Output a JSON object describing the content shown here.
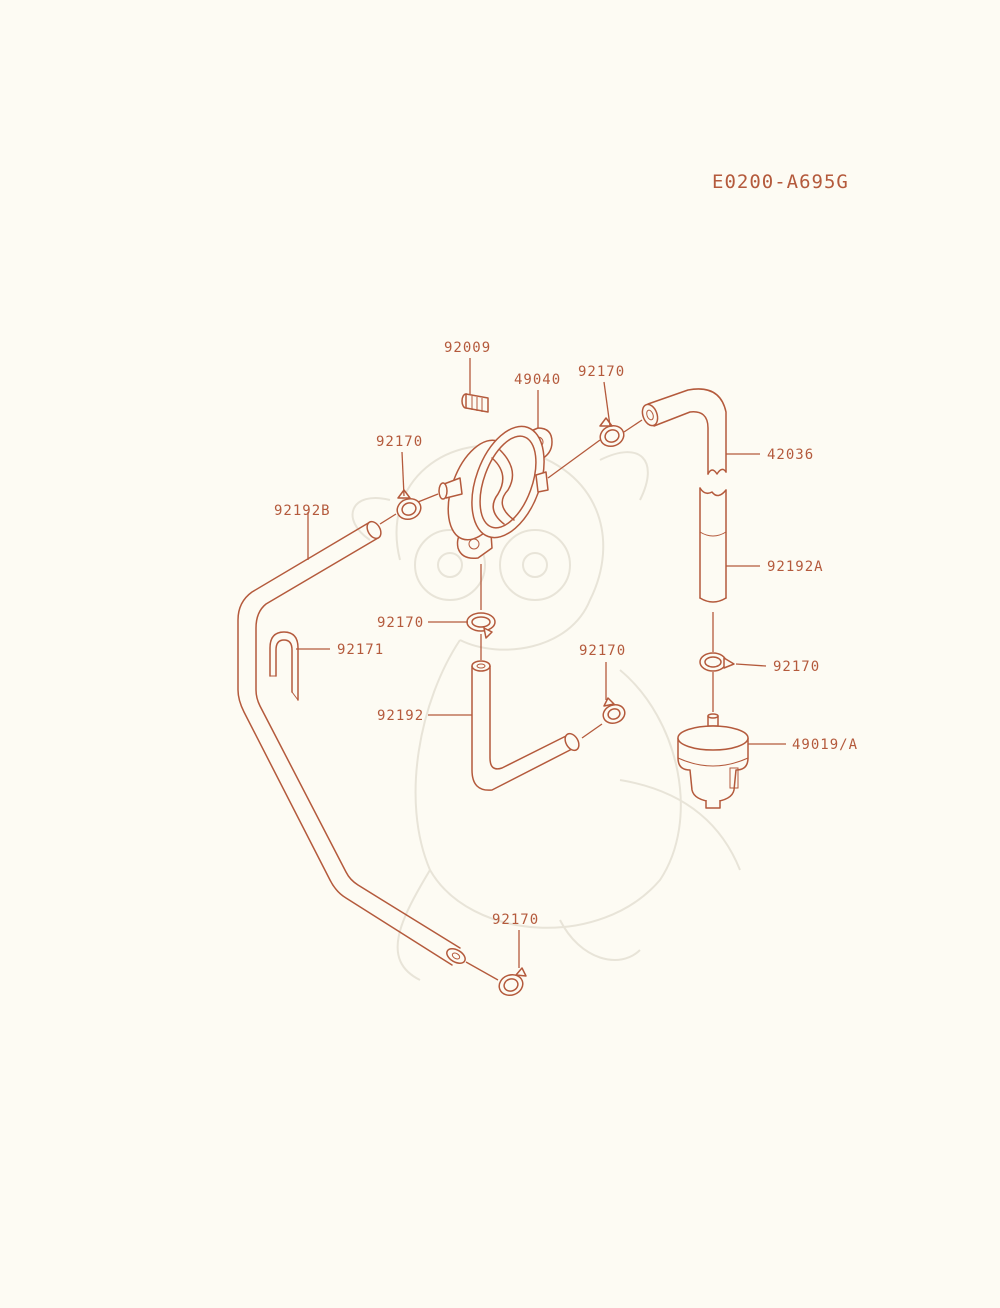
{
  "diagram_code": "E0200-A695G",
  "labels": {
    "p92009": "92009",
    "p49040": "49040",
    "p92170_top": "92170",
    "p92170_left": "92170",
    "p42036": "42036",
    "p92192B": "92192B",
    "p92192A": "92192A",
    "p92170_mid": "92170",
    "p92171": "92171",
    "p92170_right_lower": "92170",
    "p92170_right": "92170",
    "p92192": "92192",
    "p49019A": "49019/A",
    "p92170_bottom": "92170"
  },
  "colors": {
    "line": "#b45a3c",
    "background": "#fdfbf3",
    "watermark": "#e8e4d8"
  }
}
